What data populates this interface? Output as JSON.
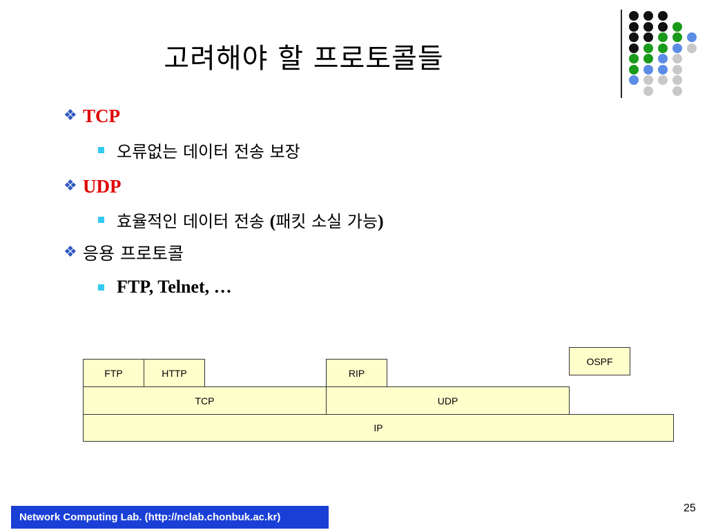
{
  "slide": {
    "title": "고려해야 할  프로토콜들",
    "page_number": "25",
    "footer": "Network Computing Lab.  (http://nclab.chonbuk.ac.kr)"
  },
  "bullets": [
    {
      "label": "TCP",
      "style": "red-bold",
      "sub": [
        {
          "parts": [
            {
              "text": "오류없는 데이터 전송 보장",
              "style": "plain"
            }
          ]
        }
      ]
    },
    {
      "label": "UDP",
      "style": "red-bold",
      "sub": [
        {
          "parts": [
            {
              "text": "효율적인 데이터 전송 ",
              "style": "plain"
            },
            {
              "text": "(",
              "style": "serif-bold"
            },
            {
              "text": "패킷 소실 가능",
              "style": "plain"
            },
            {
              "text": ")",
              "style": "serif-bold"
            }
          ]
        }
      ]
    },
    {
      "label": "응용 프로토콜",
      "style": "plain",
      "sub": [
        {
          "parts": [
            {
              "text": "FTP, Telnet, …",
              "style": "serif-bold"
            }
          ]
        }
      ]
    }
  ],
  "icons": {
    "level1_bullet": "four-diamond-icon",
    "level2_bullet": "square-bullet-icon"
  },
  "diagram": {
    "boxes": {
      "ftp": "FTP",
      "http": "HTTP",
      "rip": "RIP",
      "ospf": "OSPF",
      "tcp": "TCP",
      "udp": "UDP",
      "ip": "IP"
    }
  },
  "colors": {
    "bullet_red": "#e00000",
    "diamond_blue": "#2e58c0",
    "square_cyan": "#33c9f0",
    "box_fill": "#ffffcc",
    "footer_bg": "#1a3fd6"
  }
}
